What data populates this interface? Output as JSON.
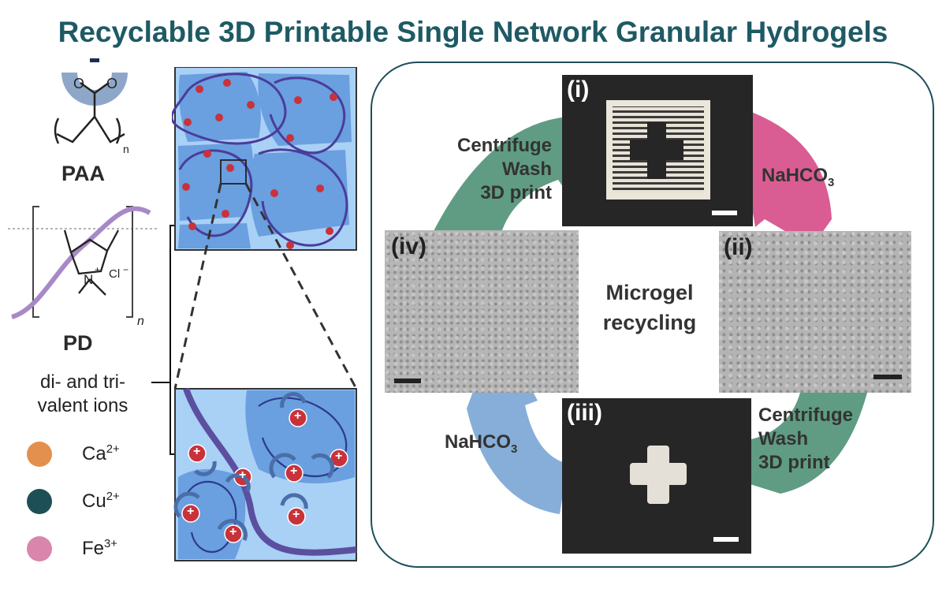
{
  "title": "Recyclable 3D Printable Single Network Granular Hydrogels",
  "polymers": {
    "paa_label": "PAA",
    "pd_label": "PD",
    "chloride_label": "Cl",
    "chloride_charge": "−",
    "n_subscript": "n",
    "pd_n": "n",
    "carboxylate_charge": "−",
    "ammonium_charge": "+",
    "nitrogen": "N"
  },
  "ions": {
    "header_line1": "di- and tri-",
    "header_line2": "valent ions",
    "items": [
      {
        "base": "Ca",
        "charge": "2+",
        "color": "#e3904f"
      },
      {
        "base": "Cu",
        "charge": "2+",
        "color": "#1d4f56"
      },
      {
        "base": "Fe",
        "charge": "3+",
        "color": "#d985ac"
      }
    ]
  },
  "cycle": {
    "center_line1": "Microgel",
    "center_line2": "recycling",
    "panels": [
      {
        "id": "i",
        "label": "(i)"
      },
      {
        "id": "ii",
        "label": "(ii)"
      },
      {
        "id": "iii",
        "label": "(iii)"
      },
      {
        "id": "iv",
        "label": "(iv)"
      }
    ],
    "steps": {
      "top_left": [
        "Centrifuge",
        "Wash",
        "3D print"
      ],
      "top_right": "NaHCO",
      "top_right_sub": "3",
      "bottom_right": [
        "Centrifuge",
        "Wash",
        "3D print"
      ],
      "bottom_left": "NaHCO",
      "bottom_left_sub": "3"
    },
    "arrow_colors": {
      "green": "#5f9c83",
      "pink": "#d95d92",
      "blue": "#86aed8"
    }
  },
  "colors": {
    "title": "#1e5a64",
    "microgel": "#6a9fe0",
    "chain": "#5b4fa0",
    "cation": "#c9323a"
  }
}
